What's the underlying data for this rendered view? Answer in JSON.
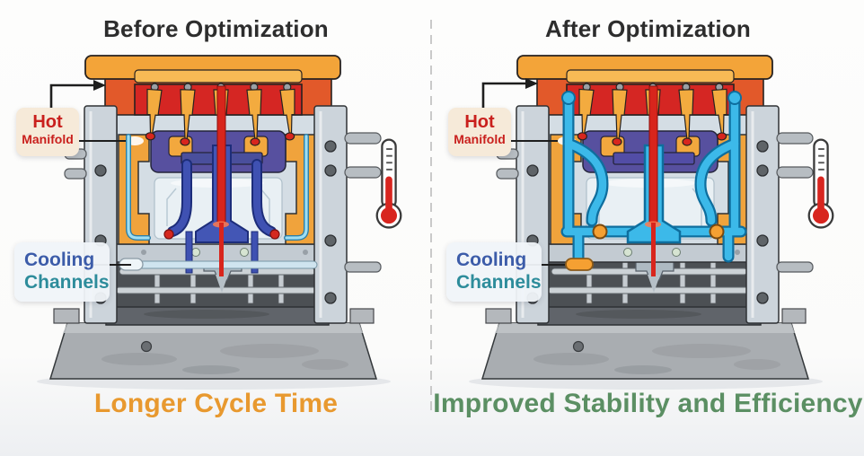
{
  "panels": [
    {
      "id": "before",
      "title": "Before Optimization",
      "caption": "Longer Cycle Time",
      "caption_color": "#E8992F",
      "hot_label": {
        "line1": "Hot",
        "line2": "Manifold"
      },
      "cooling_label": {
        "line1": "Cooling",
        "line2": "Channels"
      },
      "icons": {
        "thermometer": "thermometer-icon"
      }
    },
    {
      "id": "after",
      "title": "After Optimization",
      "caption": "Improved Stability and Efficiency",
      "caption_color": "#5B8F63",
      "hot_label": {
        "line1": "Hot",
        "line2": "Manifold"
      },
      "cooling_label": {
        "line1": "Cooling",
        "line2": "Channels"
      },
      "icons": {
        "thermometer": "thermometer-icon"
      }
    }
  ],
  "colors": {
    "title_text": "#2D2D2D",
    "hot_label_text": "#C9201D",
    "hot_label_bg": "#F6EAD9",
    "cooling_label_line1": "#3C5CA9",
    "cooling_label_line2": "#2D8C9B",
    "cooling_label_bg": "#F0F4F9",
    "hot_manifold_red": "#D52623",
    "platen_orange": "#F3A439",
    "clamp_orange_red": "#E2592A",
    "cooling_channel_before": "#4356B5",
    "cooling_channel_after": "#3CB9E9",
    "frame_gray": "#CCD4DB",
    "base_gray": "#A9ADB1",
    "divider_gray": "#C9C9C9",
    "thermometer_red": "#D8251F"
  }
}
